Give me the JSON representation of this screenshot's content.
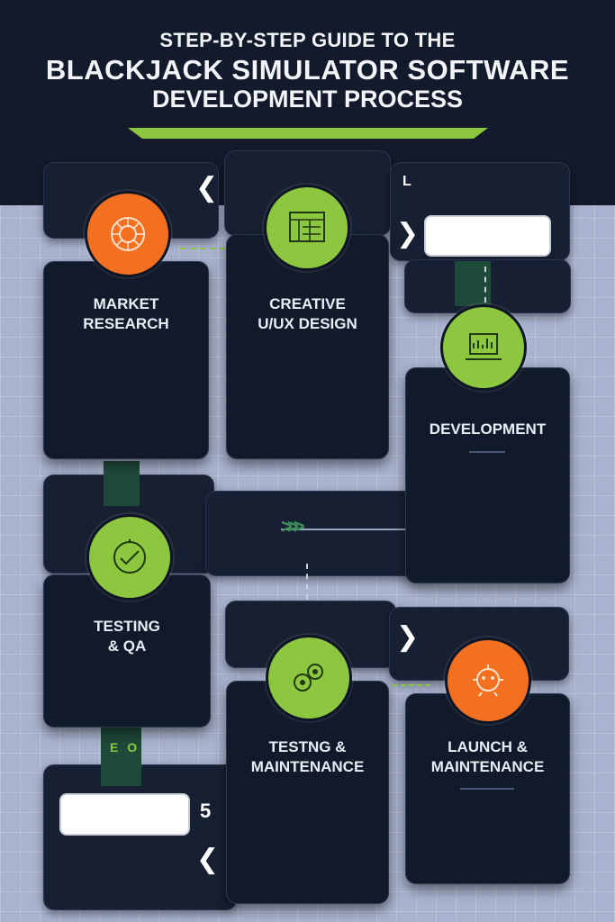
{
  "header": {
    "line1": "STEP-BY-STEP GUIDE TO THE",
    "line2": "BLACKJACK SIMULATOR SOFTWARE",
    "line3": "DEVELOPMENT PROCESS"
  },
  "steps": [
    {
      "label": "MARKET\nRESEARCH",
      "icon": "roulette-wheel-icon",
      "color": "#f37021"
    },
    {
      "label": "CREATIVE\nU/UX DESIGN",
      "icon": "wireframe-layout-icon",
      "color": "#8dc63f"
    },
    {
      "label": "DEVELOPMENT",
      "icon": "laptop-code-icon",
      "color": "#8dc63f"
    },
    {
      "label": "TESTING\n& QA",
      "icon": "bug-check-icon",
      "color": "#8dc63f"
    },
    {
      "label": "TESTNG &\nMAINTENANCE",
      "icon": "gears-icon",
      "color": "#8dc63f"
    },
    {
      "label": "LAUNCH &\nMAINTENANCE",
      "icon": "robot-icon",
      "color": "#f37021"
    }
  ],
  "misc": {
    "number_badge": "5",
    "code_tag": "E O",
    "bracket_mark": "L"
  },
  "colors": {
    "accent_green": "#8dc63f",
    "accent_orange": "#f37021",
    "navy": "#121a2c"
  }
}
